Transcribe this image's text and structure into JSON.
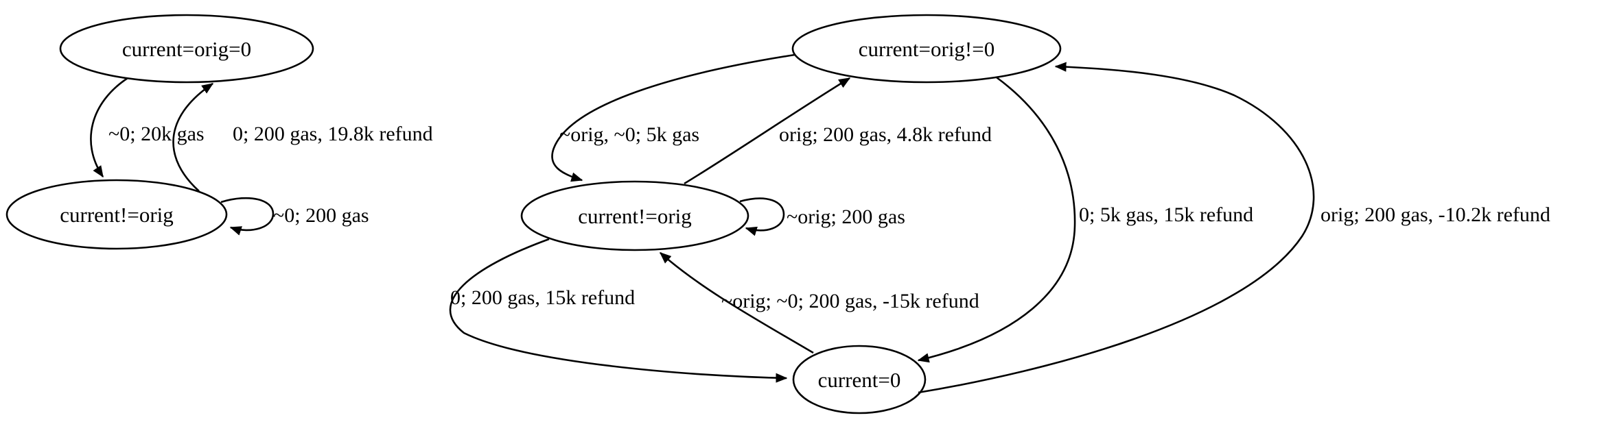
{
  "diagram": {
    "kind": "state-transition-diagram",
    "colors": {
      "background": "#ffffff",
      "stroke": "#000000",
      "text": "#000000"
    },
    "graphs": [
      {
        "name": "left-graph",
        "nodes": [
          {
            "id": "current=orig=0",
            "label": "current=orig=0"
          },
          {
            "id": "current!=orig",
            "label": "current!=orig"
          }
        ],
        "edges": [
          {
            "from": "current=orig=0",
            "to": "current!=orig",
            "label": "~0; 20k gas"
          },
          {
            "from": "current!=orig",
            "to": "current=orig=0",
            "label": "0; 200 gas, 19.8k refund"
          },
          {
            "from": "current!=orig",
            "to": "current!=orig",
            "label": "~0; 200 gas"
          }
        ]
      },
      {
        "name": "right-graph",
        "nodes": [
          {
            "id": "current=orig!=0",
            "label": "current=orig!=0"
          },
          {
            "id": "current!=orig",
            "label": "current!=orig"
          },
          {
            "id": "current=0",
            "label": "current=0"
          }
        ],
        "edges": [
          {
            "from": "current=orig!=0",
            "to": "current!=orig",
            "label": "~orig, ~0; 5k gas"
          },
          {
            "from": "current!=orig",
            "to": "current=orig!=0",
            "label": "orig; 200 gas, 4.8k refund"
          },
          {
            "from": "current!=orig",
            "to": "current!=orig",
            "label": "~orig; 200 gas"
          },
          {
            "from": "current!=orig",
            "to": "current=0",
            "label": "0; 200 gas, 15k refund"
          },
          {
            "from": "current=0",
            "to": "current!=orig",
            "label": "~orig; ~0; 200 gas, -15k refund"
          },
          {
            "from": "current=orig!=0",
            "to": "current=0",
            "label": "0; 5k gas, 15k refund"
          },
          {
            "from": "current=0",
            "to": "current=orig!=0",
            "label": "orig; 200 gas, -10.2k refund"
          }
        ]
      }
    ]
  }
}
